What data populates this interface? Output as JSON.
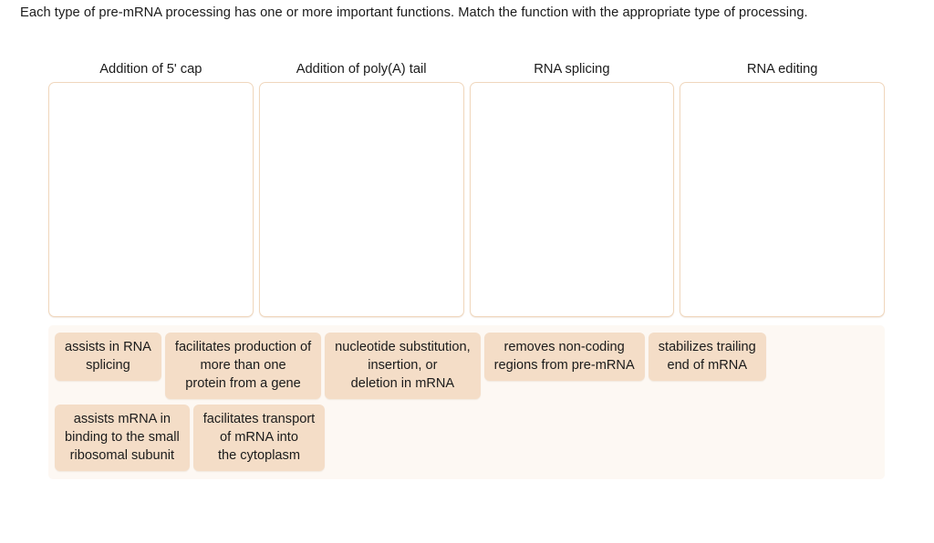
{
  "prompt": {
    "text": "Each type of pre-mRNA processing has one or more important functions. Match the function with the appropriate type of processing."
  },
  "colors": {
    "tile_fill": "#f4ddc7",
    "bank_background": "#fdf8f3",
    "dropzone_border": "#f0d7bd",
    "dropzone_fill": "#ffffff",
    "text": "#1b1b1b"
  },
  "categories": [
    {
      "label": "Addition of 5' cap",
      "items": []
    },
    {
      "label": "Addition of poly(A) tail",
      "items": []
    },
    {
      "label": "RNA splicing",
      "items": []
    },
    {
      "label": "RNA editing",
      "items": []
    }
  ],
  "answer_bank": {
    "tiles": [
      {
        "lines": [
          "assists in RNA",
          "splicing"
        ]
      },
      {
        "lines": [
          "facilitates production of",
          "more than one",
          "protein from a gene"
        ]
      },
      {
        "lines": [
          "nucleotide substitution,",
          "insertion, or",
          "deletion in mRNA"
        ]
      },
      {
        "lines": [
          "removes non-coding",
          "regions from pre-mRNA"
        ]
      },
      {
        "lines": [
          "stabilizes trailing",
          "end of mRNA"
        ]
      },
      {
        "lines": [
          "assists mRNA in",
          "binding to the small",
          "ribosomal subunit"
        ]
      },
      {
        "lines": [
          "facilitates transport",
          "of mRNA into",
          "the cytoplasm"
        ]
      }
    ]
  }
}
